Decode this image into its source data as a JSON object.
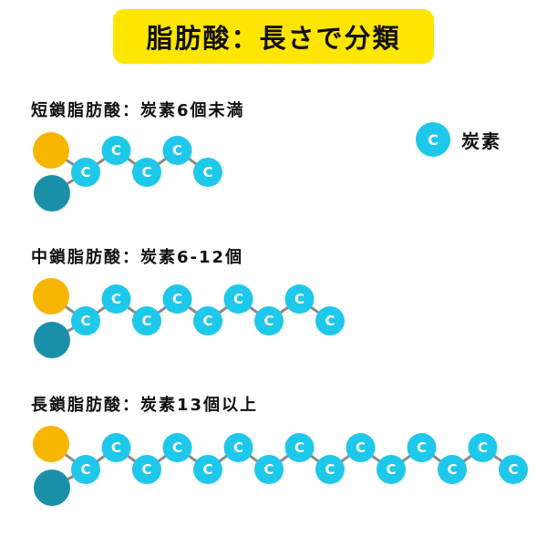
{
  "title": "脂肪酸：長さで分類",
  "legend": {
    "symbol": "C",
    "label": "炭素"
  },
  "colors": {
    "carbon": "#1ec8ea",
    "head_top": "#f7b500",
    "head_bottom": "#1a8fa8",
    "bond": "#8a8a8a",
    "title_bg": "#ffe600"
  },
  "sections": [
    {
      "label": "短鎖脂肪酸：炭素6個未満",
      "carbon_count": 5
    },
    {
      "label": "中鎖脂肪酸：炭素6-12個",
      "carbon_count": 9
    },
    {
      "label": "長鎖脂肪酸：炭素13個以上",
      "carbon_count": 15
    }
  ]
}
